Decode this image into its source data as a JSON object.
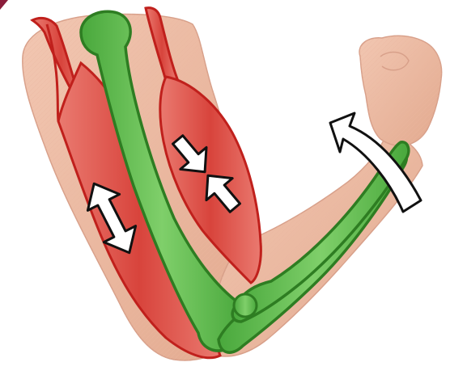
{
  "figure": {
    "colors": {
      "skin": "#f2c7b2",
      "skin_shadow": "#e2a98e",
      "skin_outline": "#d8a08a",
      "muscle_fill": "#d8443c",
      "muscle_light": "#ea7a70",
      "muscle_outline": "#c0201c",
      "bone_fill": "#49a83c",
      "bone_light": "#7fcf6a",
      "bone_outline": "#2e7d22",
      "arrow_fill": "#ffffff",
      "arrow_outline": "#111111",
      "background": "#ffffff",
      "corner_mark": "#8a1c3a"
    },
    "parts": [
      {
        "id": "upper-arm",
        "kind": "skin"
      },
      {
        "id": "forearm",
        "kind": "skin"
      },
      {
        "id": "fist",
        "kind": "skin"
      },
      {
        "id": "triceps-muscle",
        "kind": "muscle",
        "state": "relaxed"
      },
      {
        "id": "biceps-muscle",
        "kind": "muscle",
        "state": "contracted"
      },
      {
        "id": "humerus-bone",
        "kind": "bone"
      },
      {
        "id": "forearm-bones",
        "kind": "bone"
      }
    ],
    "arrows": [
      {
        "id": "triceps-stretch-arrow",
        "icon": "double-headed-arrow",
        "meaning": "lengthening"
      },
      {
        "id": "biceps-contract-arrows",
        "icon": "inward-arrows",
        "meaning": "shortening"
      },
      {
        "id": "forearm-rotation-arrow",
        "icon": "curved-arrow",
        "meaning": "flexion"
      }
    ]
  }
}
